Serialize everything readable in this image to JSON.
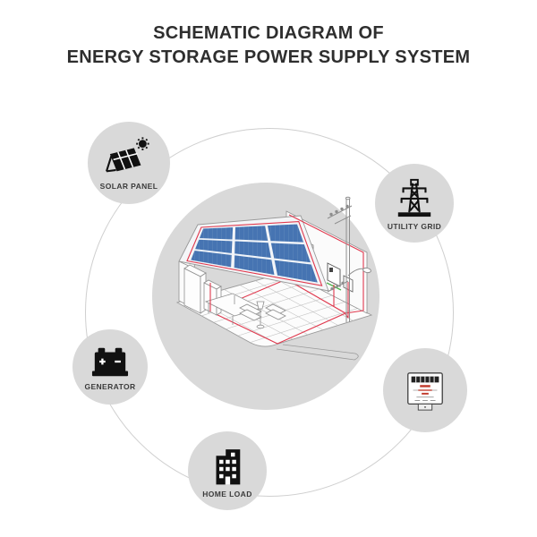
{
  "title": {
    "line1": "SCHEMATIC DIAGRAM OF",
    "line2": "ENERGY STORAGE POWER SUPPLY SYSTEM"
  },
  "nodes": [
    {
      "id": "solar-panel",
      "label": "SOLAR PANEL",
      "icon": "solar-panel-with-sun-icon"
    },
    {
      "id": "utility-grid",
      "label": "UTILITY GRID",
      "icon": "transmission-tower-icon"
    },
    {
      "id": "generator",
      "label": "GENERATOR",
      "icon": "battery-icon"
    },
    {
      "id": "home-load",
      "label": "HOME LOAD",
      "icon": "building-icon"
    },
    {
      "id": "energy-meter",
      "label": "",
      "icon": "electric-meter-icon"
    }
  ],
  "center": {
    "description": "Isometric cutaway house with rooftop solar array, interior furniture, inverter unit and utility pole connected by red wiring"
  },
  "colors": {
    "circle_gray": "#d9d9d9",
    "ring_stroke": "#cfcfcf",
    "line_art_gray": "#929292",
    "solar_panel_blue": "#3e6eae",
    "wiring_red": "#e0394e",
    "inverter_led_green": "#4db34e",
    "icon_black": "#111111",
    "meter_brand_red": "#c0392b",
    "title_text": "#2e2e2e"
  }
}
